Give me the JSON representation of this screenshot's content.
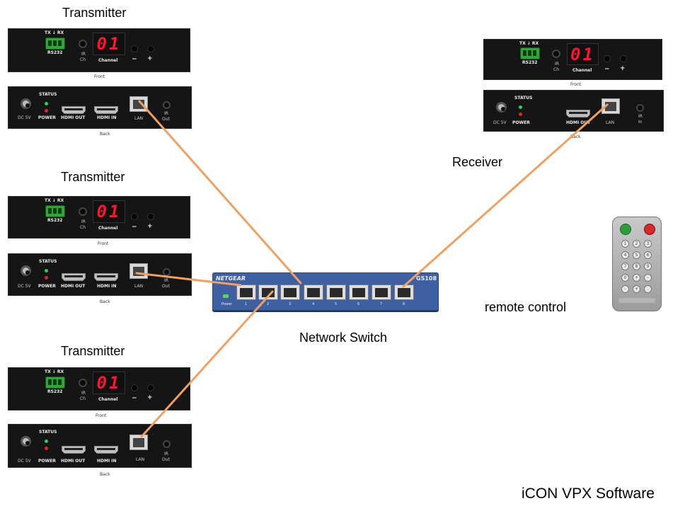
{
  "labels": {
    "transmitter_1": "Transmitter",
    "transmitter_2": "Transmitter",
    "transmitter_3": "Transmitter",
    "receiver": "Receiver",
    "network_switch": "Network Switch",
    "remote_control": "remote control",
    "software": "iCON VPX Software"
  },
  "device_text": {
    "tx_rx": "TX ↓ RX",
    "rs232": "RS232",
    "ir": "IR",
    "ch": "Ch",
    "display": "01",
    "channel": "Channel",
    "minus": "−",
    "plus": "+",
    "front": "Front",
    "back": "Back",
    "status": "STATUS",
    "dc5v": "DC 5V",
    "power": "POWER",
    "hdmi_out": "HDMI OUT",
    "hdmi_in": "HDMI IN",
    "lan": "LAN",
    "ir2": "IR",
    "out": "Out",
    "in": "In"
  },
  "switch": {
    "brand": "NETGEAR",
    "model": "GS108",
    "ports": [
      "1",
      "2",
      "3",
      "4",
      "5",
      "6",
      "7",
      "8"
    ],
    "power_label": "Power"
  },
  "remote": {
    "keys": [
      "1",
      "2",
      "3",
      "4",
      "5",
      "6",
      "7",
      "8",
      "9",
      "0",
      "+",
      "-",
      "-",
      "+",
      "."
    ]
  },
  "colors": {
    "cable": "#f0a060",
    "switch_body": "#3e5fa1",
    "led_display": "#ff1530",
    "status_green": "#2bd14a",
    "status_red": "#e62424"
  }
}
